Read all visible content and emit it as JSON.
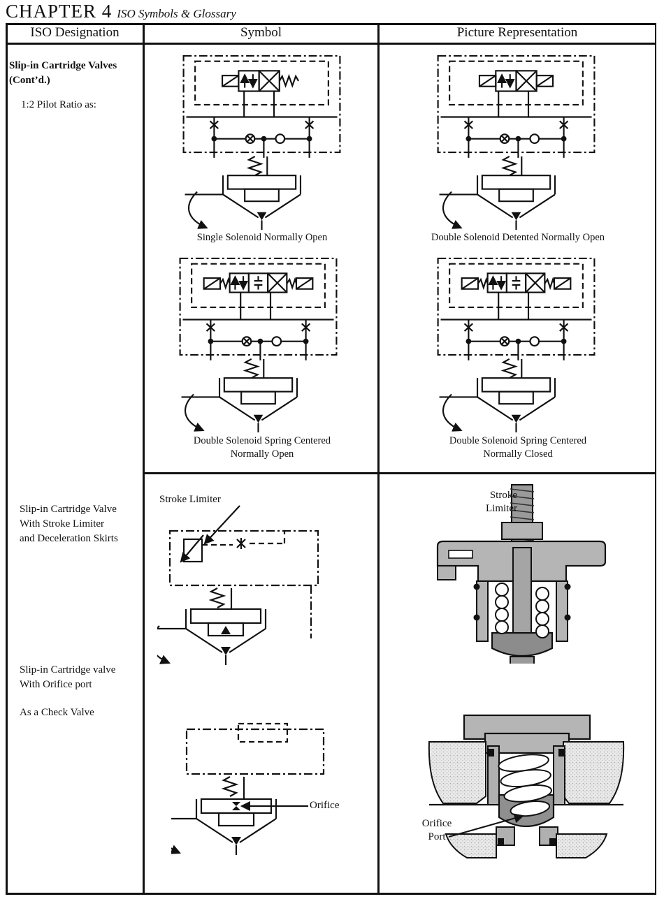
{
  "header": {
    "chapter": "CHAPTER 4",
    "subtitle": "ISO Symbols & Glossary"
  },
  "table": {
    "col_headers": {
      "designation": "ISO Designation",
      "symbol": "Symbol",
      "picture": "Picture Representation"
    },
    "row1": {
      "designation_title": "Slip-in Cartridge Valves\n(Cont’d.)",
      "designation_note": "1:2 Pilot Ratio as:",
      "symbol1_caption": "Single Solenoid Normally Open",
      "symbol2_caption": "Double Solenoid Spring Centered\nNormally Open",
      "picture1_caption": "Double Solenoid Detented Normally Open",
      "picture2_caption": "Double Solenoid Spring Centered\nNormally Closed"
    },
    "row2": {
      "designation_item1": "Slip-in Cartridge Valve\nWith Stroke Limiter\nand Deceleration Skirts",
      "designation_item2": "Slip-in Cartridge valve\nWith Orifice port",
      "designation_item3": "As a Check Valve",
      "stroke_limiter_label": "Stroke Limiter",
      "stroke_limiter_picture_label": "Stroke\nLimiter",
      "orifice_label": "Orifice",
      "orifice_port_label": "Orifice\nPort"
    }
  },
  "colors": {
    "ink": "#111111",
    "paper": "#ffffff",
    "metal_gray": "#b5b5b5",
    "stem_gray": "#a5a5a5",
    "poppet_gray": "#8c8c8c",
    "housing_gray": "#e9e9e9"
  }
}
